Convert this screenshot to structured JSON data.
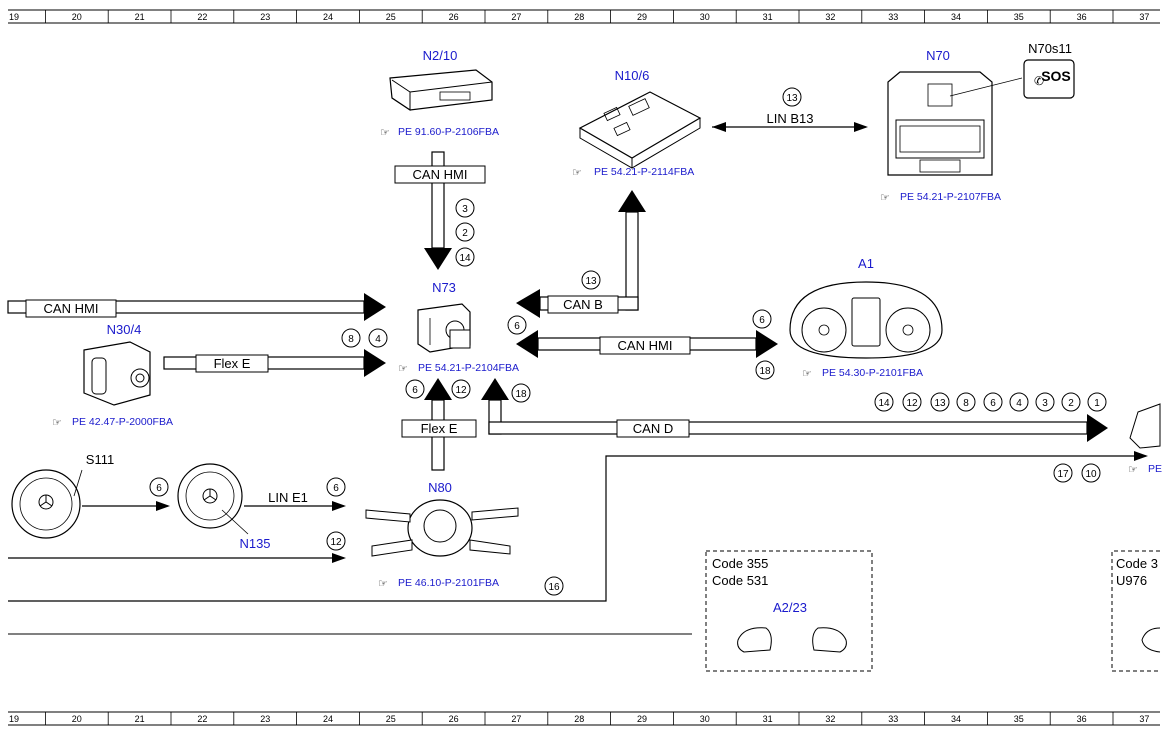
{
  "ruler": [
    "19",
    "20",
    "21",
    "22",
    "23",
    "24",
    "25",
    "26",
    "27",
    "28",
    "29",
    "30",
    "31",
    "32",
    "33",
    "34",
    "35",
    "36",
    "37"
  ],
  "components": {
    "n2_10": {
      "label": "N2/10",
      "ref": "PE 91.60-P-2106FBA"
    },
    "n10_6": {
      "label": "N10/6",
      "ref": "PE 54.21-P-2114FBA"
    },
    "n70": {
      "label": "N70",
      "ref": "PE 54.21-P-2107FBA"
    },
    "n70s11": {
      "label": "N70s11",
      "text": "SOS"
    },
    "n73": {
      "label": "N73",
      "ref": "PE 54.21-P-2104FBA"
    },
    "n30_4": {
      "label": "N30/4",
      "ref": "PE 42.47-P-2000FBA"
    },
    "a1": {
      "label": "A1",
      "ref": "PE 54.30-P-2101FBA"
    },
    "n80": {
      "label": "N80",
      "ref": "PE 46.10-P-2101FBA"
    },
    "s111": {
      "label": "S111"
    },
    "n135": {
      "label": "N135"
    },
    "a2_23": {
      "label": "A2/23",
      "codes": [
        "Code 355",
        "Code 531"
      ]
    },
    "right_box": {
      "codes": [
        "Code 3",
        "U976"
      ]
    },
    "right_ref": {
      "ref": "PE"
    }
  },
  "buses": {
    "can_hmi_top": "CAN HMI",
    "lin_b13": "LIN B13",
    "can_hmi_left": "CAN HMI",
    "flex_e_left": "Flex E",
    "can_b": "CAN B",
    "can_hmi_right": "CAN HMI",
    "flex_e_bottom": "Flex E",
    "can_d": "CAN D",
    "lin_e1": "LIN E1"
  },
  "circles": {
    "c3": "3",
    "c2": "2",
    "c14a": "14",
    "c13_lin": "13",
    "c13_canb": "13",
    "c8": "8",
    "c4": "4",
    "c6_n73": "6",
    "c6_a1": "6",
    "c18_a1": "18",
    "c6_b": "6",
    "c12_b": "12",
    "c18_b": "18",
    "row": [
      "14",
      "12",
      "13",
      "8",
      "6",
      "4",
      "3",
      "2",
      "1"
    ],
    "c17": "17",
    "c10": "10",
    "c6_s111": "6",
    "c6_line1": "6",
    "c12_line2": "12",
    "c16": "16"
  }
}
